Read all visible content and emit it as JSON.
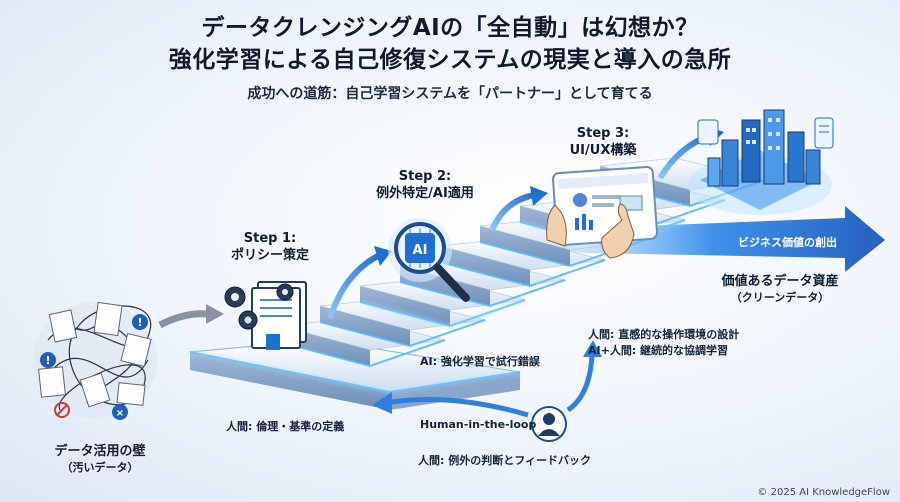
{
  "header": {
    "title_line1": "データクレンジングAIの「全自動」は幻想か？",
    "title_line2": "強化学習による自己修復システムの現実と導入の急所",
    "subtitle": "成功への道筋：自己学習システムを「パートナー」として育てる"
  },
  "steps": [
    {
      "label_line1": "Step 1:",
      "label_line2": "ポリシー策定",
      "icon": "policy-document-gears-icon"
    },
    {
      "label_line1": "Step 2:",
      "label_line2": "例外特定/AI適用",
      "icon": "ai-chip-magnifier-icon"
    },
    {
      "label_line1": "Step 3:",
      "label_line2": "UI/UX構築",
      "icon": "dashboard-touch-icon"
    }
  ],
  "start": {
    "line1": "データ活用の壁",
    "line2": "（汚いデータ）",
    "icon": "messy-documents-icon"
  },
  "end": {
    "line1": "価値あるデータ資産",
    "line2": "（クリーンデータ）",
    "icon": "data-city-icon"
  },
  "arrow_banner": "ビジネス価値の創出",
  "notes": {
    "ai_trial": "AI: 強化学習で試行錯誤",
    "human_ux_1": "人間: 直感的な操作環境の設計",
    "human_ux_2": "AI+人間: 継続的な協調学習",
    "human_ethics": "人間: 倫理・基準の定義",
    "hitl": "Human-in-the-loop",
    "human_feedback": "人間: 例外の判断とフィードバック"
  },
  "hitl_icon": "person-icon",
  "colors": {
    "accent": "#1f6fd1",
    "glow": "#59b8ff",
    "stair": "#d4e2f2",
    "stair_edge": "#1e7be0"
  },
  "copyright": "© 2025 AI KnowledgeFlow"
}
